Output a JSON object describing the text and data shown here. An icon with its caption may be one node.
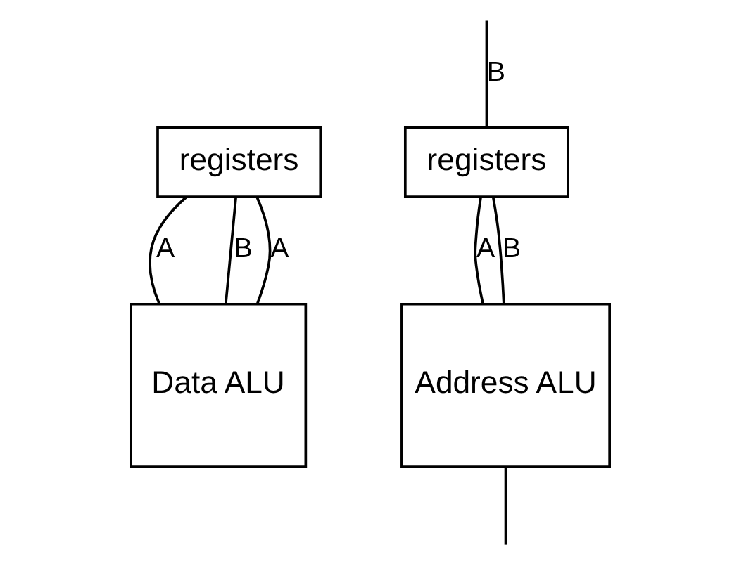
{
  "diagram": {
    "nodes": [
      {
        "text": [
          "registers"
        ]
      },
      {
        "text": [
          "Data ALU"
        ]
      },
      {
        "text": [
          "registers"
        ]
      },
      {
        "text": [
          "Address ALU"
        ]
      }
    ],
    "edges": [
      {
        "from": 0,
        "to": 1,
        "arrow": "none",
        "label": "A"
      },
      {
        "from": 0,
        "to": 1,
        "arrow": "none",
        "label": "B"
      },
      {
        "from": 1,
        "to": 0,
        "arrow": "none",
        "label": "A"
      },
      {
        "from": null,
        "to": 2,
        "arrow": "none",
        "label": "B"
      },
      {
        "from": 2,
        "to": 3,
        "arrow": "none",
        "label": "A"
      },
      {
        "from": 2,
        "to": 3,
        "arrow": "none",
        "label": "B"
      },
      {
        "from": 3,
        "to": null,
        "arrow": "none"
      }
    ]
  }
}
